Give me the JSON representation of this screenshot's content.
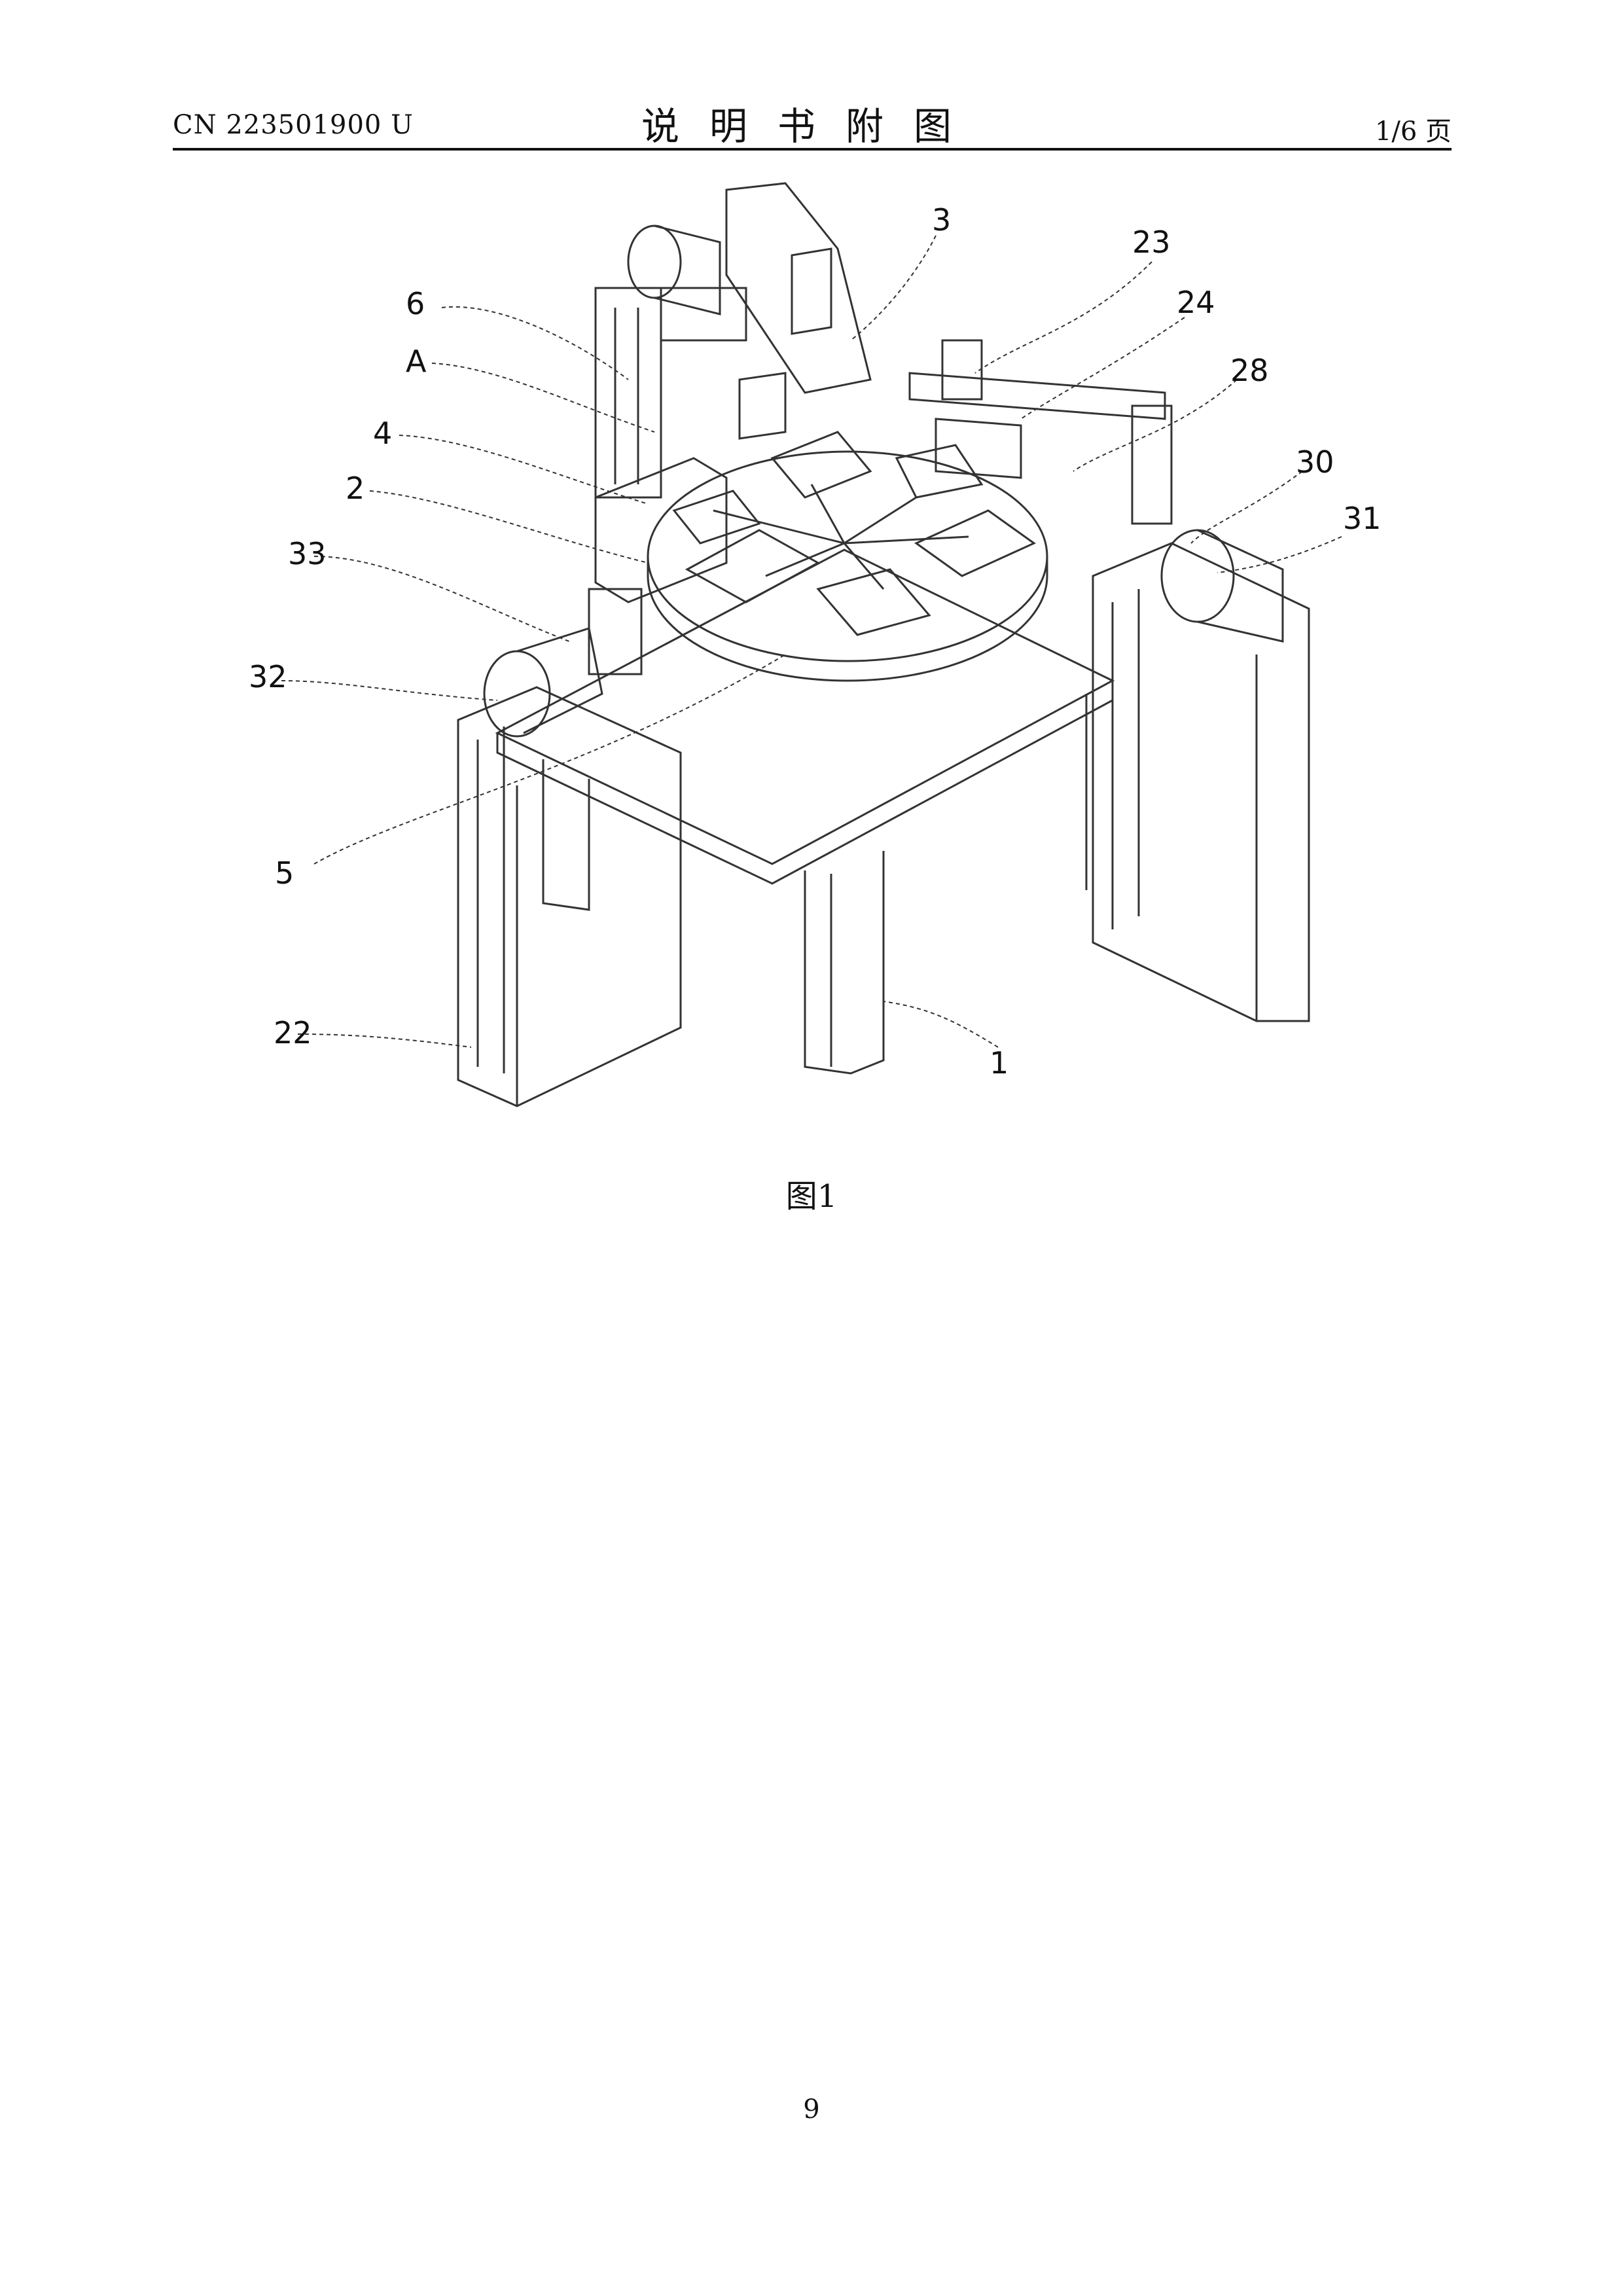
{
  "header": {
    "patent_number": "CN 223501900 U",
    "title": "说明书附图",
    "page_of": "1/6 页"
  },
  "figure": {
    "caption": "图1",
    "labels": {
      "l1": "1",
      "l2": "2",
      "l3": "3",
      "l4": "4",
      "l5": "5",
      "l6": "6",
      "lA": "A",
      "l22": "22",
      "l23": "23",
      "l24": "24",
      "l28": "28",
      "l30": "30",
      "l31": "31",
      "l32": "32",
      "l33": "33"
    }
  },
  "footer": {
    "page_number": "9"
  }
}
